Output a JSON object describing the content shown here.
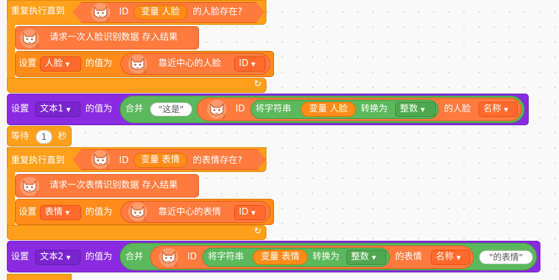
{
  "colors": {
    "control": "#ff9f1a",
    "ai": "#ff7a3d",
    "looks_purple": "#8a2be2",
    "operators": "#5cb85c"
  },
  "icons": {
    "ai_extension": "fox-face-2-icon",
    "loop_arrow": "loop-arrow-icon",
    "dropdown": "chevron-down-icon"
  },
  "block1": {
    "label": "重复执行直到",
    "id": "ID",
    "var": "变量 人脸",
    "suffix": "的人脸存在?"
  },
  "block2": {
    "label": "请求一次人脸识别数据 存入结果"
  },
  "block3": {
    "label": "设置",
    "dropdown": "人脸",
    "mid": "的值为",
    "label2": "靠近中心的人脸",
    "dropdown2": "ID"
  },
  "block4": {
    "label": "设置",
    "dropdown": "文本1",
    "mid": "的值为",
    "join": "合并",
    "str": "这是",
    "id": "ID",
    "convert_pre": "将字符串",
    "var": "变量 人脸",
    "convert_mid": "转换为",
    "type": "整数",
    "suffix": "的人脸",
    "dropdown2": "名称"
  },
  "block5": {
    "label": "等待",
    "value": "1",
    "unit": "秒"
  },
  "block6": {
    "label": "重复执行直到",
    "id": "ID",
    "var": "变量 表情",
    "suffix": "的表情存在?"
  },
  "block7": {
    "label": "请求一次表情识别数据 存入结果"
  },
  "block8": {
    "label": "设置",
    "dropdown": "表情",
    "mid": "的值为",
    "label2": "靠近中心的表情",
    "dropdown2": "ID"
  },
  "block9": {
    "label": "设置",
    "dropdown": "文本2",
    "mid": "的值为",
    "join": "合并",
    "id": "ID",
    "convert_pre": "将字符串",
    "var": "变量 表情",
    "convert_mid": "转换为",
    "type": "整数",
    "suffix": "的表情",
    "dropdown2": "名称",
    "str": "的表情"
  }
}
